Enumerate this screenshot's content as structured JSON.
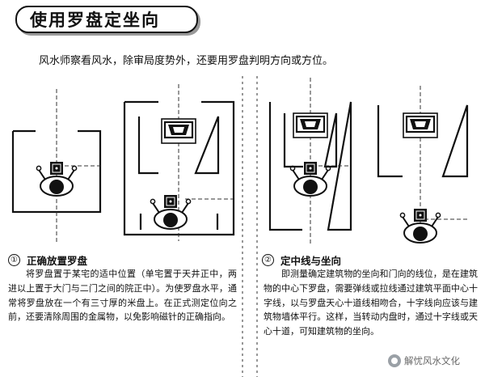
{
  "header": {
    "title": "使用罗盘定坐向"
  },
  "intro": "风水师察看风水，除审局度势外，还要用罗盘判明方向或方位。",
  "section1": {
    "number": "①",
    "title": "正确放置罗盘",
    "body": "将罗盘置于某宅的适中位置（单宅置于天井正中，两进以上置于大门与二门之间的院正中）。为使罗盘水平，通常将罗盘放在一个有三寸厚的米盘上。在正式测定位向之前，还要清除周围的金属物，以免影响磁针的正确指向。"
  },
  "section2": {
    "number": "②",
    "title": "定中线与坐向",
    "body": "即测量确定建筑物的坐向和门向的线位，是在建筑物的中心下罗盘，需要弹线或拉线通过建筑平面中心十字线，以与罗盘天心十道线相吻合，十字线向应该与建筑物墙体平行。这样，当转动内盘时，通过十字线或天心十道，可知建筑物的坐向。"
  },
  "watermark": {
    "icon": "wechat-icon",
    "text": "解忧风水文化"
  },
  "colors": {
    "ink": "#111111",
    "frame": "#1a1a1a",
    "dash": "#333333"
  }
}
